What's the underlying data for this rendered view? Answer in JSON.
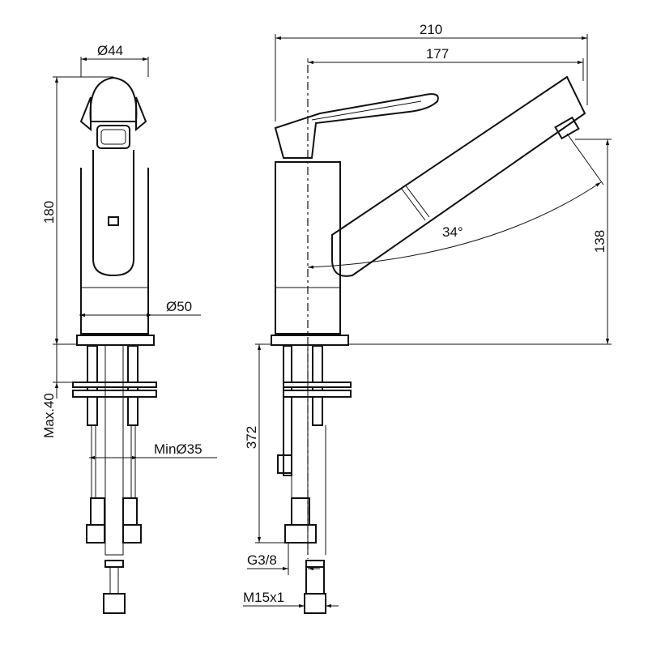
{
  "drawing": {
    "title": "Faucet dimension drawing",
    "colors": {
      "line": "#111111",
      "background": "#ffffff"
    },
    "front_view": {
      "dia_top": "Ø44",
      "height": "180",
      "dia_base": "Ø50",
      "max_thickness": "Max.40",
      "min_hole": "MinØ35"
    },
    "side_view": {
      "overall_reach": "210",
      "spout_reach": "177",
      "swivel_angle": "34°",
      "spout_height": "138",
      "hose_length": "372",
      "thread_inlet": "G3/8",
      "thread_outlet": "M15x1"
    }
  }
}
